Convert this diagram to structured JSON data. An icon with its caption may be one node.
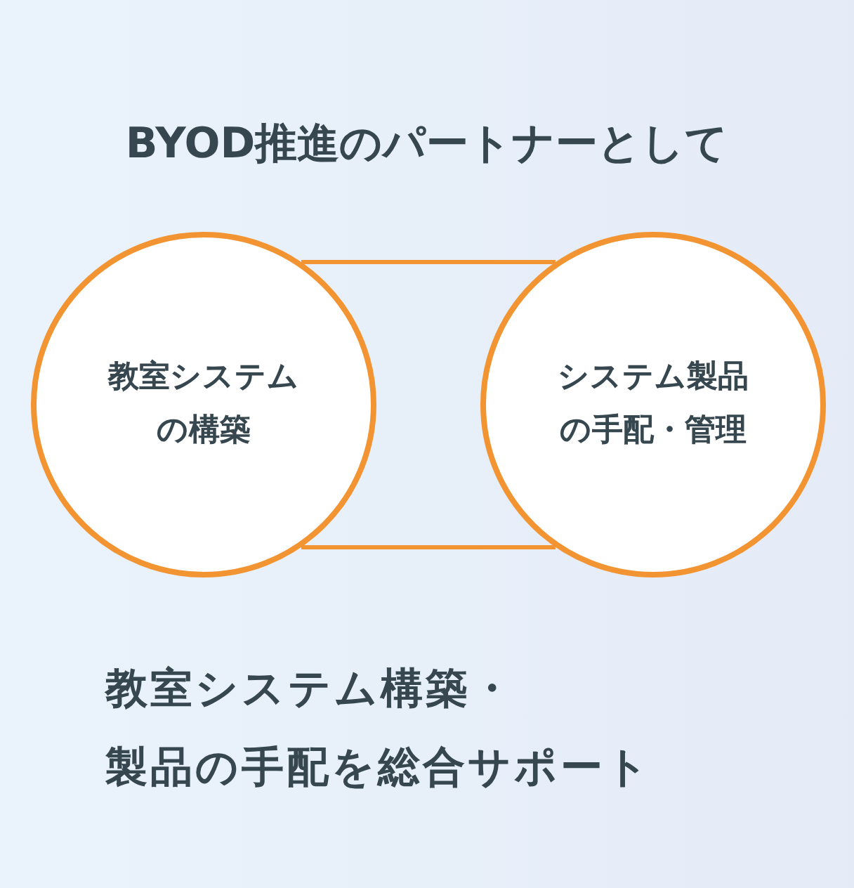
{
  "diagram": {
    "title": "BYOD推進のパートナーとして",
    "nodes": [
      {
        "text": [
          "教室システムの構築"
        ]
      },
      {
        "text": [
          "システム製品の手配・管理"
        ]
      }
    ],
    "edges": [
      {
        "from": 0,
        "to": 1,
        "arrow": "none"
      },
      {
        "from": 0,
        "to": 1,
        "arrow": "none"
      }
    ],
    "labels": [
      "教室システム構築・",
      "製品の手配を総合サポート"
    ]
  }
}
